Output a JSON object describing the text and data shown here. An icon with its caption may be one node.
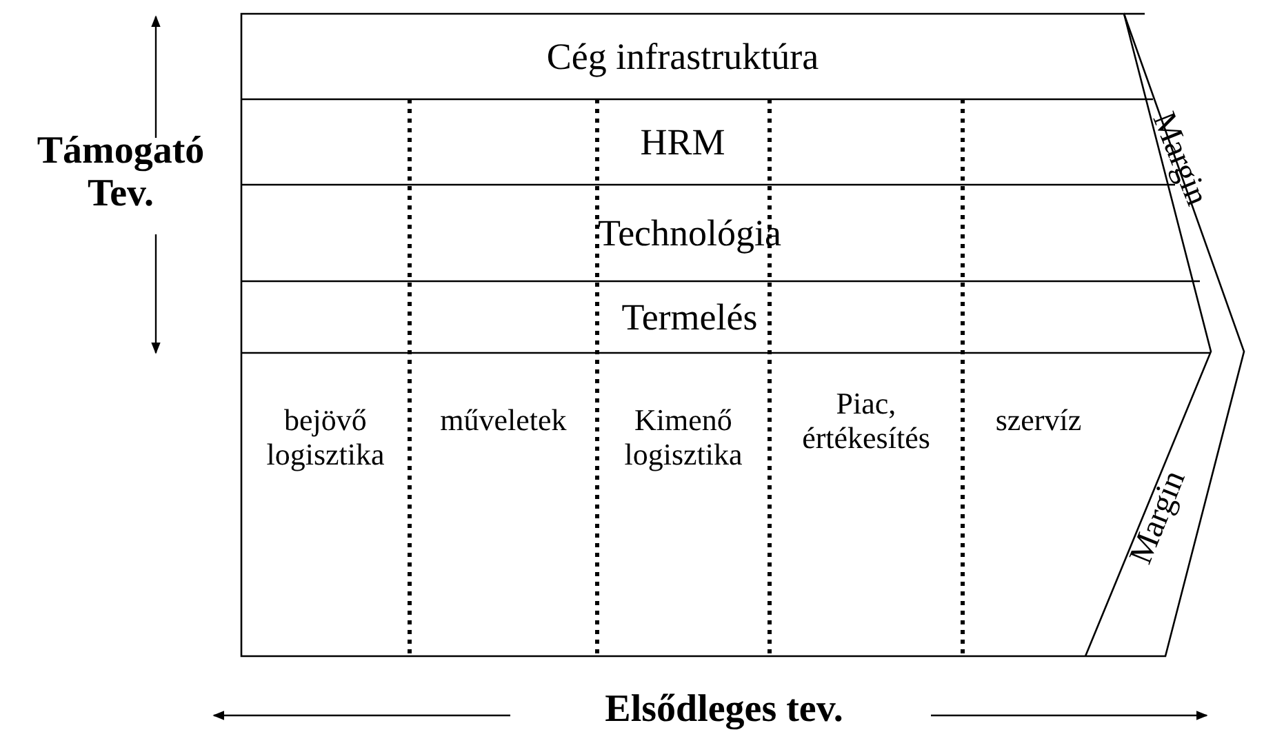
{
  "diagram": {
    "nodes": [
      {
        "text": [
          "Cég infrastruktúra"
        ]
      },
      {
        "text": [
          "HRM"
        ]
      },
      {
        "text": [
          "Technológia"
        ]
      },
      {
        "text": [
          "Termelés"
        ]
      },
      {
        "text": [
          "Margin"
        ]
      },
      {
        "text": [
          "bejövő logisztika"
        ]
      },
      {
        "text": [
          "műveletek"
        ]
      },
      {
        "text": [
          "Kimenő logisztika"
        ]
      },
      {
        "text": [
          "Piac, értékesítés"
        ]
      },
      {
        "text": [
          "szervíz"
        ]
      },
      {
        "text": [
          "Margin"
        ]
      }
    ],
    "labels": [
      "Támogató Tev.",
      "Elsődleges tev."
    ]
  }
}
